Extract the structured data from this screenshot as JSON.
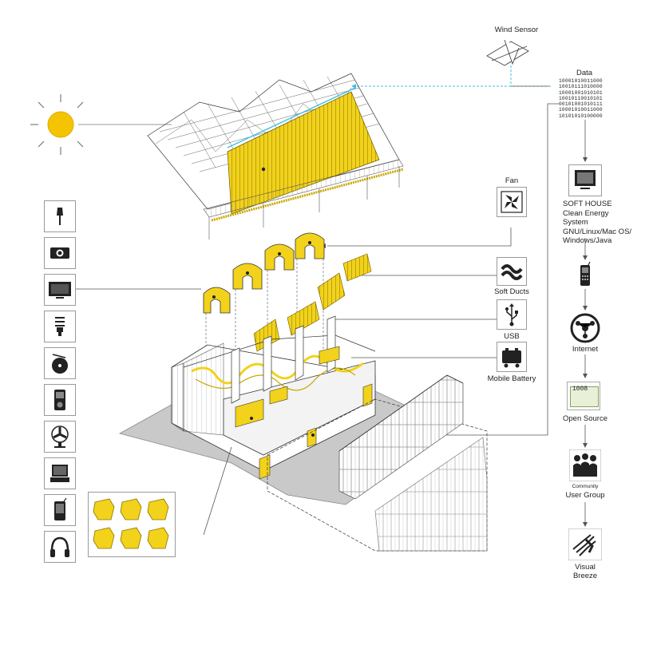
{
  "labels": {
    "wind_sensor": "Wind Sensor",
    "data": "Data",
    "fan": "Fan",
    "soft_ducts": "Soft Ducts",
    "usb": "USB",
    "mobile_battery": "Mobile Battery",
    "soft_house": [
      "SOFT HOUSE",
      "Clean Energy System",
      "GNU/Linux/Mac OS/",
      "Windows/Java"
    ],
    "internet": "Internet",
    "open_source": "Open Source",
    "open_source_screen": "1008",
    "community": "Community",
    "user_group": "User Group",
    "visual": "Visual",
    "breeze": "Breeze"
  },
  "binary_data": [
    "10001010011000",
    "10010111010000",
    "10001001010101",
    "10010110010101",
    "00101001010111",
    "10001010011000",
    "10101010100000"
  ],
  "device_icons": [
    "lamp-icon",
    "camera-icon",
    "tv-icon",
    "cfl-bulb-icon",
    "turntable-icon",
    "mp3-player-icon",
    "desk-fan-icon",
    "laptop-icon",
    "mobile-phone-icon",
    "headphones-icon"
  ],
  "colors": {
    "accent_yellow": "#f2d21b",
    "wind_line": "#3cc0e0",
    "ground_gray": "#c8c8c8",
    "line": "#555555"
  }
}
